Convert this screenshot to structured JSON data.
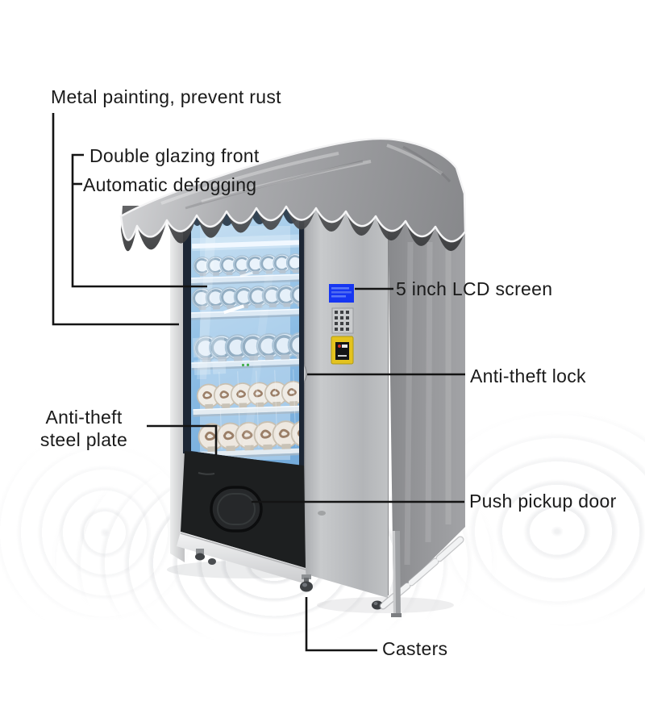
{
  "callouts": {
    "metal_painting": "Metal painting, prevent rust",
    "double_glazing": "Double glazing front",
    "automatic_defogging": "Automatic defogging",
    "lcd_screen": "5 inch LCD screen",
    "anti_theft_lock": "Anti-theft lock",
    "anti_theft_steel_plate": {
      "line1": "Anti-theft",
      "line2": "steel plate"
    },
    "push_pickup_door": "Push pickup door",
    "casters": "Casters"
  },
  "colors": {
    "label_text": "#1a1a1a",
    "callout_line": "#141414",
    "lcd_screen_blue": "#1636f2",
    "card_reader_yellow": "#e4c31f",
    "glass_blue": "#8cbde5",
    "cover_gray": "#9fa0a3",
    "pickup_panel_black": "#1d1f20"
  }
}
